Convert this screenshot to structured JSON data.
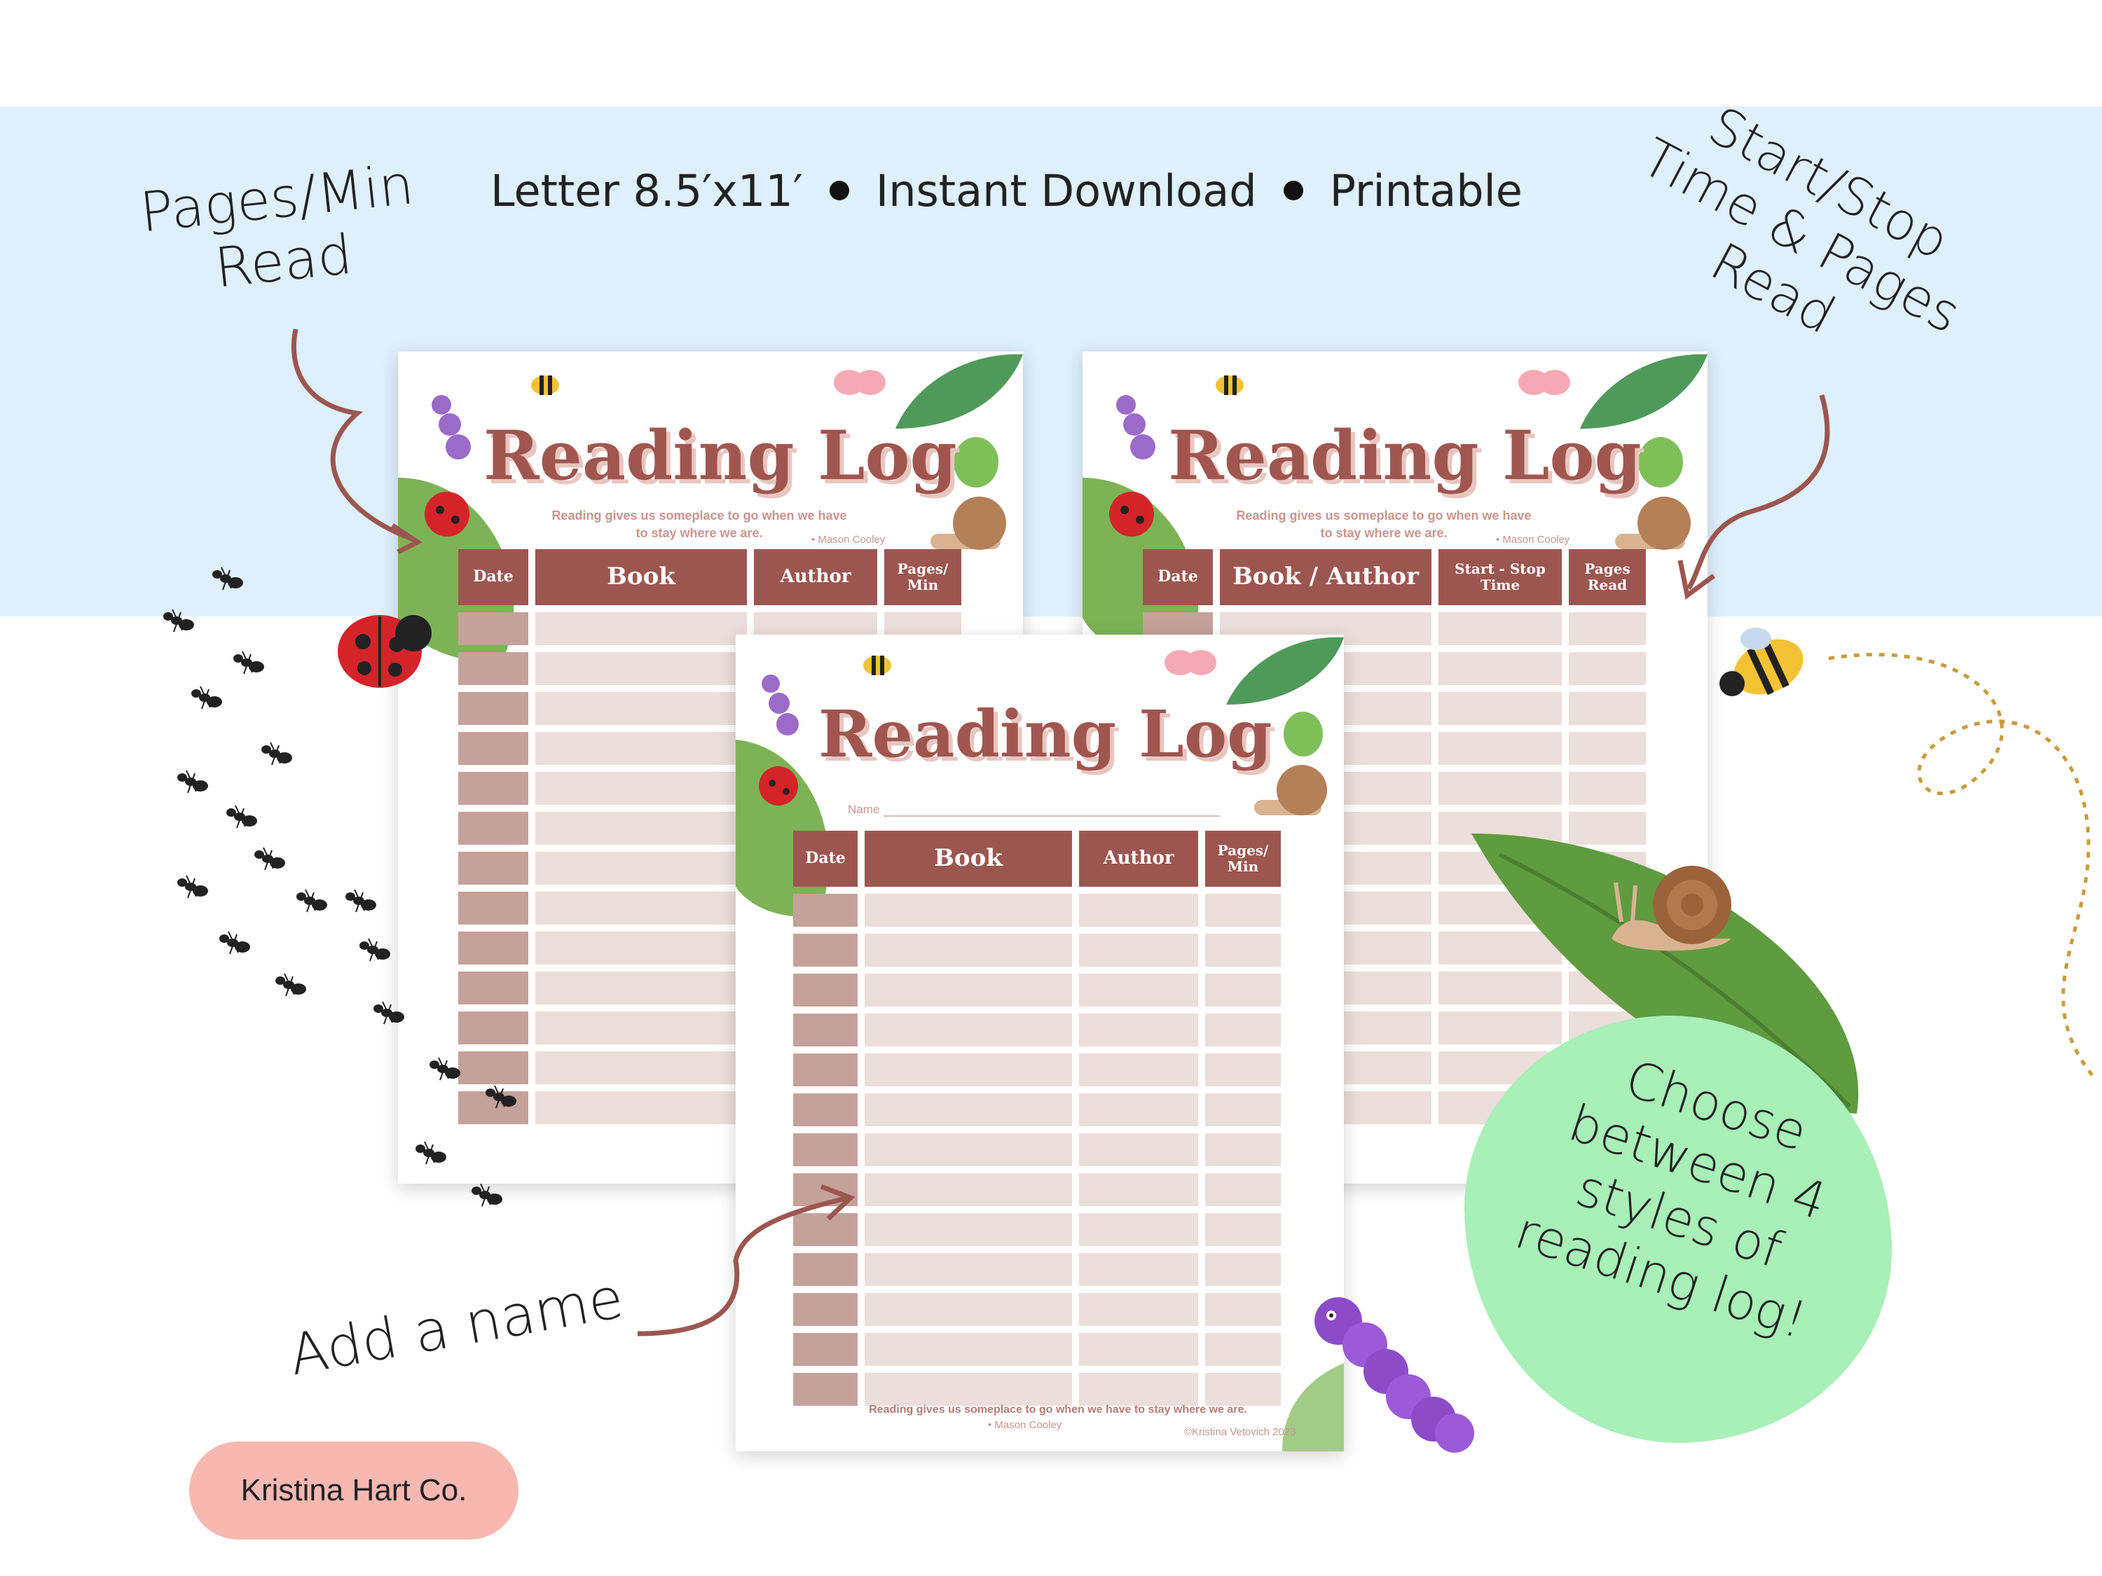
{
  "headline": {
    "item1": "Letter 8.5′x11′",
    "item2": "Instant Download",
    "item3": "Printable"
  },
  "callouts": {
    "left": [
      "Pages/Min",
      "Read"
    ],
    "right": [
      "Start/Stop",
      "Time & Pages",
      "Read"
    ],
    "bottom": "Add a name",
    "bubble": [
      "Choose",
      "between 4",
      "styles of",
      "reading log!"
    ]
  },
  "sheets": {
    "left": {
      "title": "Reading Log",
      "quote_line1": "Reading gives us someplace to go when we have",
      "quote_line2": "to stay where we are.",
      "quote_author": "• Mason Cooley",
      "headers": [
        "Date",
        "Book",
        "Author",
        "Pages/\nMin"
      ]
    },
    "right": {
      "title": "Reading Log",
      "quote_line1": "Reading gives us someplace to go when we have",
      "quote_line2": "to stay where we are.",
      "quote_author": "• Mason Cooley",
      "headers": [
        "Date",
        "Book / Author",
        "Start - Stop\nTime",
        "Pages\nRead"
      ]
    },
    "front": {
      "title": "Reading Log",
      "name_label": "Name",
      "headers": [
        "Date",
        "Book",
        "Author",
        "Pages/\nMin"
      ],
      "footer_quote": "Reading gives us someplace to go when we have to stay where we are.",
      "footer_author": "• Mason Cooley",
      "copyright": "©Kristina Vetovich 2023"
    }
  },
  "brand": "Kristina Hart Co.",
  "colors": {
    "band": "#dff0fd",
    "header": "#9c5650",
    "date_cell": "#c5a19b",
    "cell": "#ecdeda",
    "bubble": "#a8efb8",
    "brand_pill": "#f7b8b1"
  },
  "icons": [
    "ladybug-icon",
    "bee-icon",
    "snail-icon",
    "caterpillar-icon",
    "ant-icon",
    "leaf-icon",
    "butterfly-icon",
    "beetle-icon",
    "arrow-icon"
  ]
}
